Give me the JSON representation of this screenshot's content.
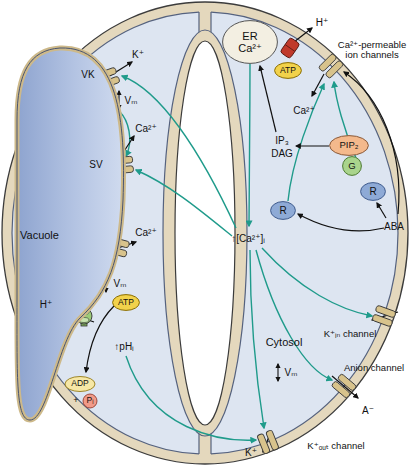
{
  "diagram": {
    "nodes": [
      {
        "text": [
          "ER",
          "Ca²⁺"
        ]
      },
      {
        "text": [
          "ATP"
        ]
      },
      {
        "text": [
          "PIP₂"
        ]
      },
      {
        "text": [
          "G"
        ]
      },
      {
        "text": [
          "R"
        ]
      },
      {
        "text": [
          "R"
        ]
      },
      {
        "text": [
          "Vacuole"
        ]
      },
      {
        "text": [
          "ATP"
        ]
      }
    ],
    "labels": [
      "K⁺",
      "VK",
      "Vₘ",
      "Ca²⁺",
      "SV",
      "Ca²⁺",
      "Vₘ",
      "H⁺",
      "ADP",
      "+",
      "Pᵢ",
      "↑pHᵢ",
      "H⁺",
      "Ca²⁺-permeable ion channels",
      "Ca²⁺",
      "IP₃",
      "DAG",
      "ABA",
      "↑[Ca²⁺]ᵢ",
      "Cytosol",
      "Vₘ",
      "K⁺ᵢₙ channel",
      "Anion channel",
      "A⁻",
      "K⁺",
      "K⁺ₒᵤₜ channel"
    ]
  }
}
